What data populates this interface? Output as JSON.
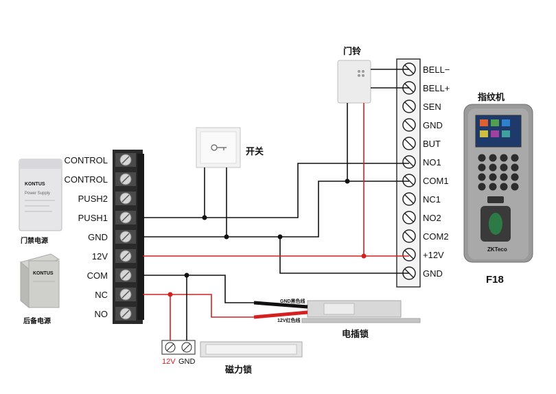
{
  "power_supply": {
    "caption": "门禁电源",
    "brand": "KONTUS",
    "panel_text": "Power Supply",
    "terminals": [
      "CONTROL",
      "CONTROL",
      "PUSH2",
      "PUSH1",
      "GND",
      "12V",
      "COM",
      "NC",
      "NO"
    ]
  },
  "backup_power": {
    "caption": "后备电源",
    "brand": "KONTUS"
  },
  "door_bell": {
    "caption": "门铃"
  },
  "exit_button": {
    "caption": "开关"
  },
  "controller": {
    "caption": "指纹机",
    "model": "F18",
    "logo": "ZKTeco",
    "terminals": [
      "BELL−",
      "BELL+",
      "SEN",
      "GND",
      "BUT",
      "NO1",
      "COM1",
      "NC1",
      "NO2",
      "COM2",
      "+12V",
      "GND"
    ]
  },
  "electric_bolt": {
    "caption": "电插锁",
    "wire_black": "GND黑色线",
    "wire_red": "12V红色线"
  },
  "mag_lock": {
    "caption": "磁力锁",
    "label_12v": "12V",
    "label_gnd": "GND"
  },
  "colors": {
    "wire": "#111111",
    "red_wire": "#d42020",
    "terminal_block": "#2a2a2a",
    "junction_red": "#d42020"
  }
}
